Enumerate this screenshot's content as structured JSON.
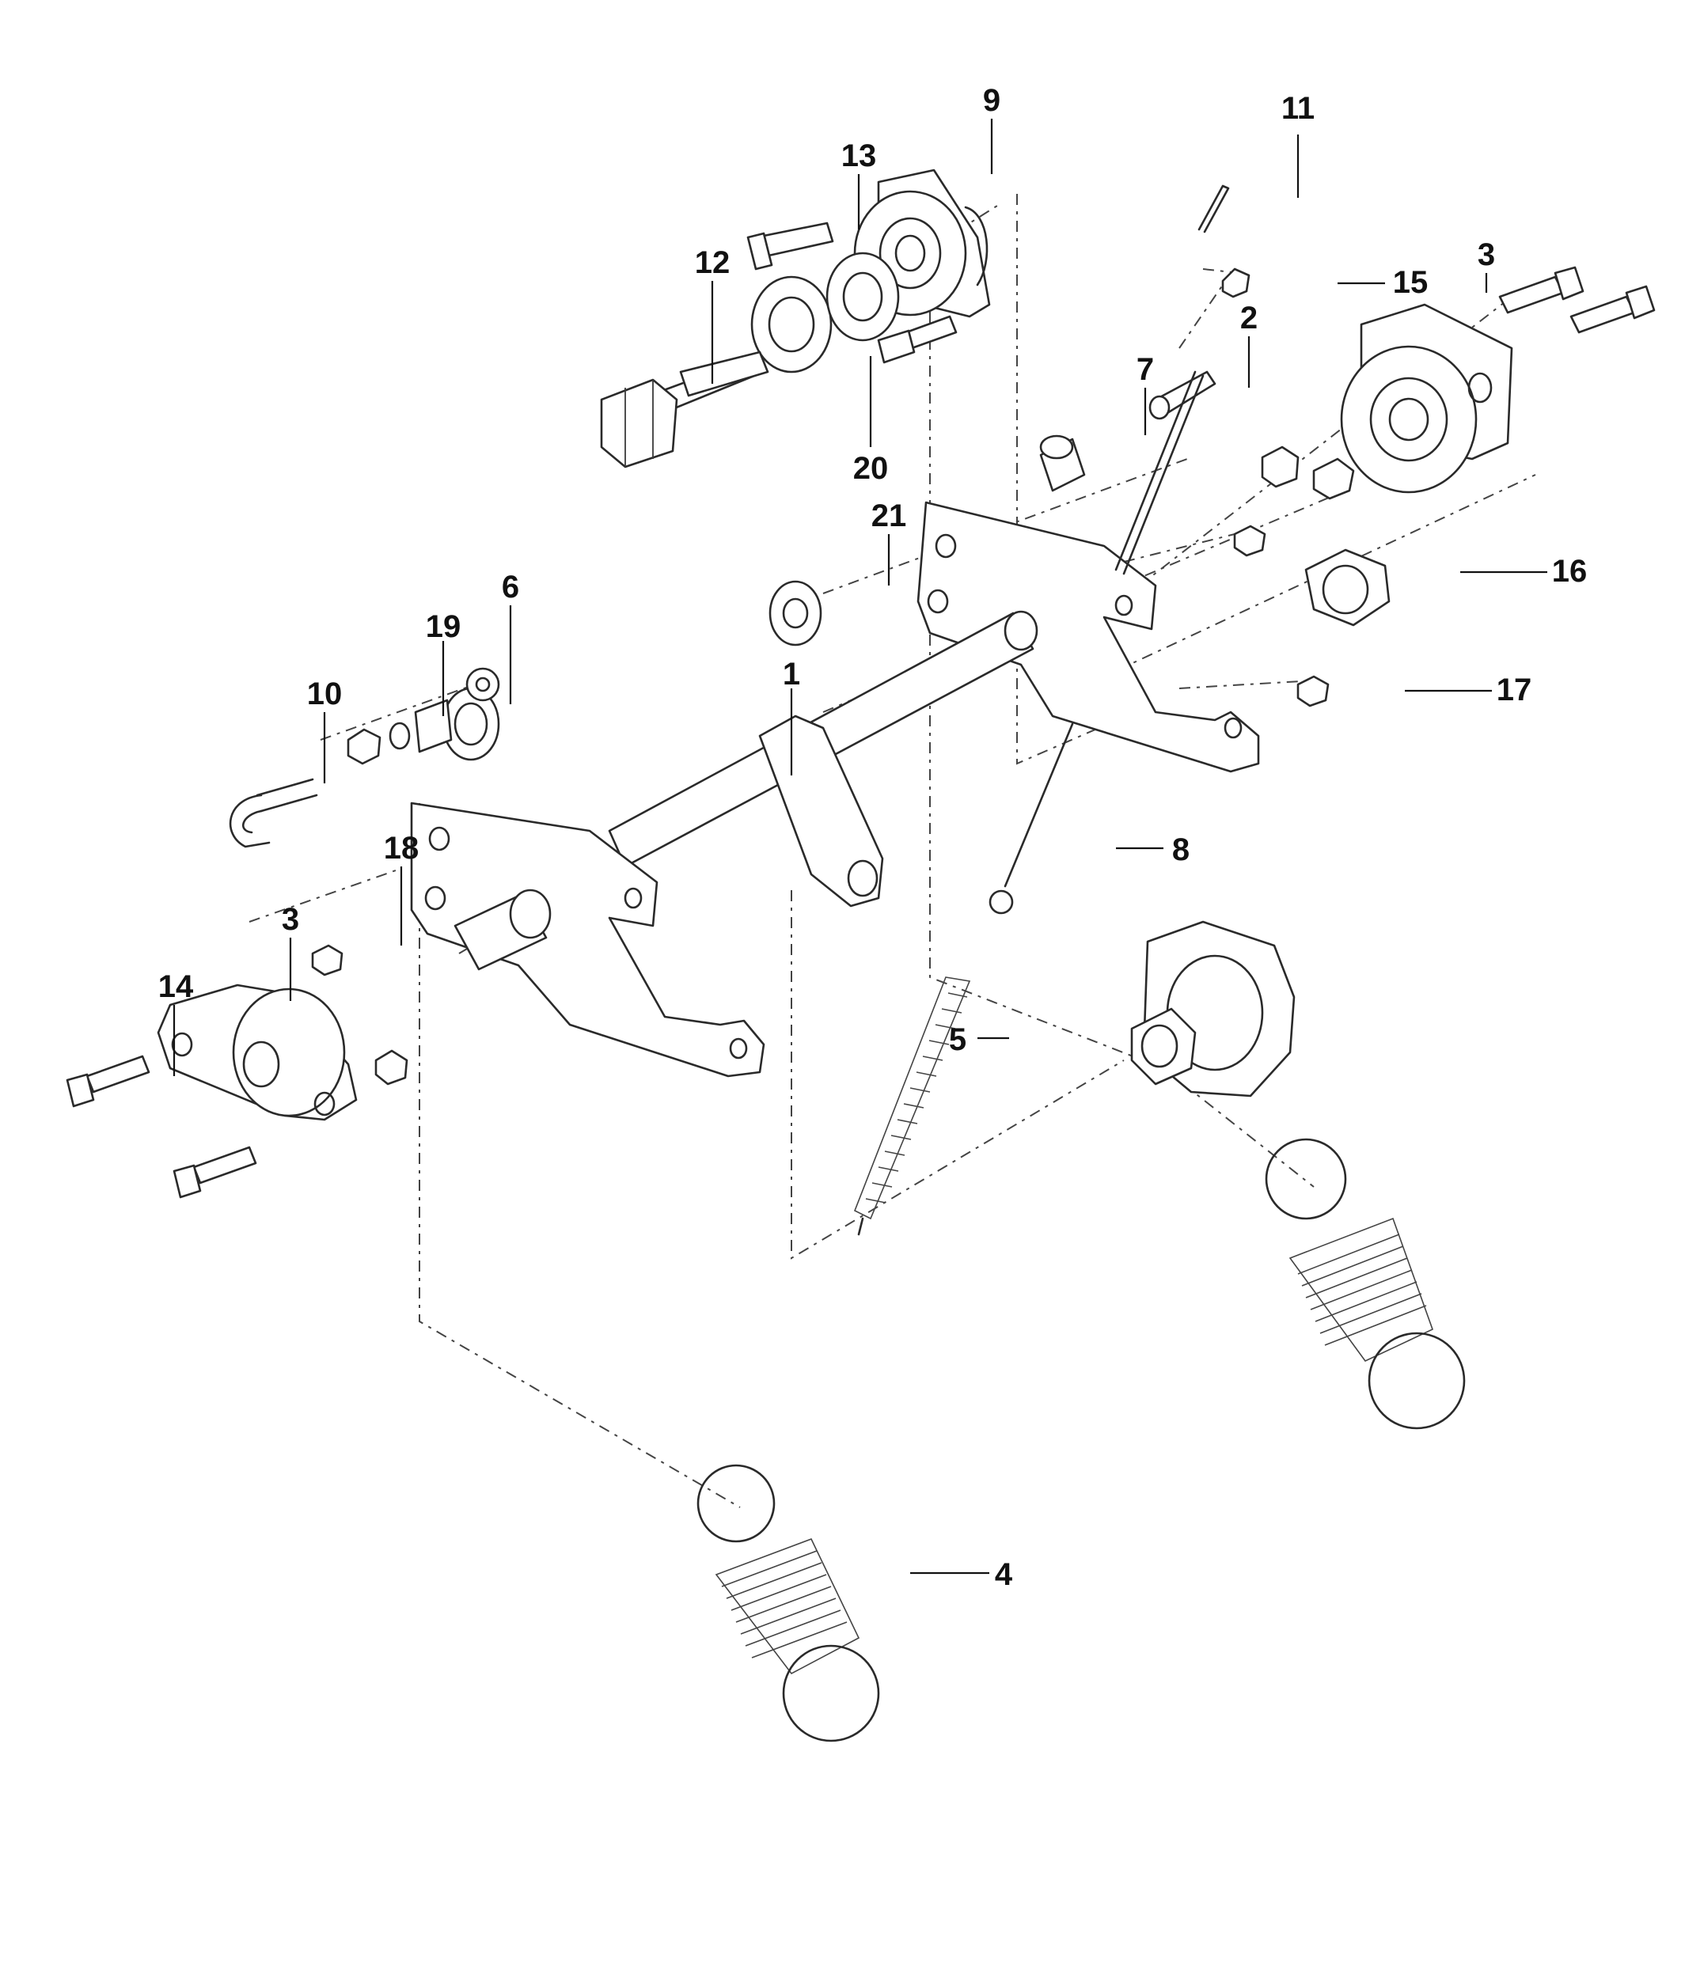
{
  "diagram": {
    "callouts": [
      {
        "id": "9",
        "text": "9"
      },
      {
        "id": "11",
        "text": "11"
      },
      {
        "id": "13",
        "text": "13"
      },
      {
        "id": "12",
        "text": "12"
      },
      {
        "id": "15",
        "text": "15"
      },
      {
        "id": "3a",
        "text": "3"
      },
      {
        "id": "2",
        "text": "2"
      },
      {
        "id": "7",
        "text": "7"
      },
      {
        "id": "20",
        "text": "20"
      },
      {
        "id": "21",
        "text": "21"
      },
      {
        "id": "16",
        "text": "16"
      },
      {
        "id": "6",
        "text": "6"
      },
      {
        "id": "19",
        "text": "19"
      },
      {
        "id": "1",
        "text": "1"
      },
      {
        "id": "10",
        "text": "10"
      },
      {
        "id": "17",
        "text": "17"
      },
      {
        "id": "18",
        "text": "18"
      },
      {
        "id": "8",
        "text": "8"
      },
      {
        "id": "3b",
        "text": "3"
      },
      {
        "id": "14",
        "text": "14"
      },
      {
        "id": "5",
        "text": "5"
      },
      {
        "id": "4",
        "text": "4"
      }
    ]
  }
}
